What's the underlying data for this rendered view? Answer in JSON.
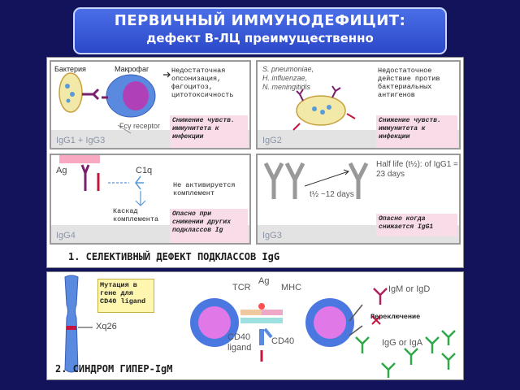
{
  "header": {
    "line1": "ПЕРВИЧНЫЙ ИММУНОДЕФИЦИТ:",
    "line2": "дефект В-ЛЦ преимущественно"
  },
  "section1": {
    "title": "1. СЕЛЕКТИВНЫЙ ДЕФЕКТ ПОДКЛАССОВ IgG",
    "igg13": {
      "bacteria": "Бактерия",
      "macrophage": "Макрофаг",
      "fc_receptor": "Fcγ receptor",
      "desc": "Недостаточная опсонизация, фагоцитоз, цитотоксичность",
      "note": "Снижение чувств. иммунитета к инфекции",
      "label": "IgG1 + IgG3"
    },
    "igg2": {
      "organisms": [
        "S. pneumoniae,",
        "H. influenzae,",
        "N. meningitidis"
      ],
      "desc": "Недостаточное действие против бактериальных антигенов",
      "note": "Снижение чувств. иммунитета к инфекции",
      "label": "IgG2"
    },
    "igg4": {
      "ag": "Ag",
      "c1q": "C1q",
      "desc": "Не активируется комплемент",
      "cascade": "Каскад комплемента",
      "note": "Опасно при снижении других подклассов Ig",
      "label": "IgG4"
    },
    "igg3": {
      "halflife_igg1": "Half life (t½): of IgG1 = 23 days",
      "halflife_igg3": "t½ ~12 days",
      "note": "Опасно когда снижается IgG1",
      "label": "IgG3"
    }
  },
  "section2": {
    "title": "2. СИНДРОМ ГИПЕР-IgM",
    "mutation": "Мутация в гене для CD40 ligand",
    "xq26": "Xq26",
    "tcr": "TCR",
    "ag": "Ag",
    "mhc": "MHC",
    "cd40_ligand": "CD40 ligand",
    "cd40": "CD40",
    "igm_igd": "IgM or IgD",
    "switch": "Переключение",
    "igg_iga": "IgG or IgA"
  },
  "colors": {
    "background": "#13135c",
    "title_box": "#3a5ad8",
    "pink_note": "#f8dce8",
    "antibody_red": "#c8143c",
    "antibody_purple": "#7a1e6e",
    "antibody_green": "#2fa84a",
    "cell_blue": "#3566c8",
    "cell_magenta": "#d050d8"
  }
}
